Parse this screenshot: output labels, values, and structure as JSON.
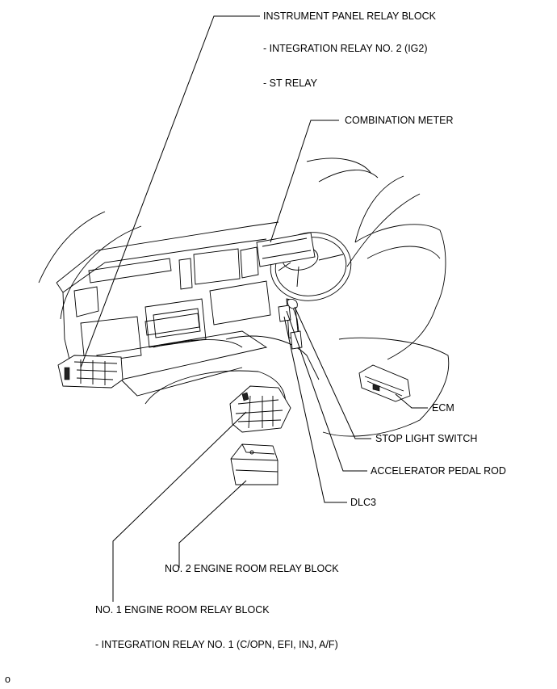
{
  "labels": {
    "instrument_panel_relay_block": "INSTRUMENT PANEL RELAY BLOCK",
    "integration_relay_no2": "- INTEGRATION RELAY NO. 2 (IG2)",
    "st_relay": "- ST RELAY",
    "combination_meter": "COMBINATION METER",
    "ecm": "ECM",
    "stop_light_switch": "STOP LIGHT SWITCH",
    "accelerator_pedal_rod": "ACCELERATOR PEDAL ROD",
    "dlc3": "DLC3",
    "no2_engine_room_relay_block": "NO. 2 ENGINE ROOM RELAY BLOCK",
    "no1_engine_room_relay_block": "NO. 1 ENGINE ROOM RELAY BLOCK",
    "integration_relay_no1": "- INTEGRATION RELAY NO. 1 (C/OPN, EFI, INJ, A/F)",
    "corner_mark": "o"
  }
}
